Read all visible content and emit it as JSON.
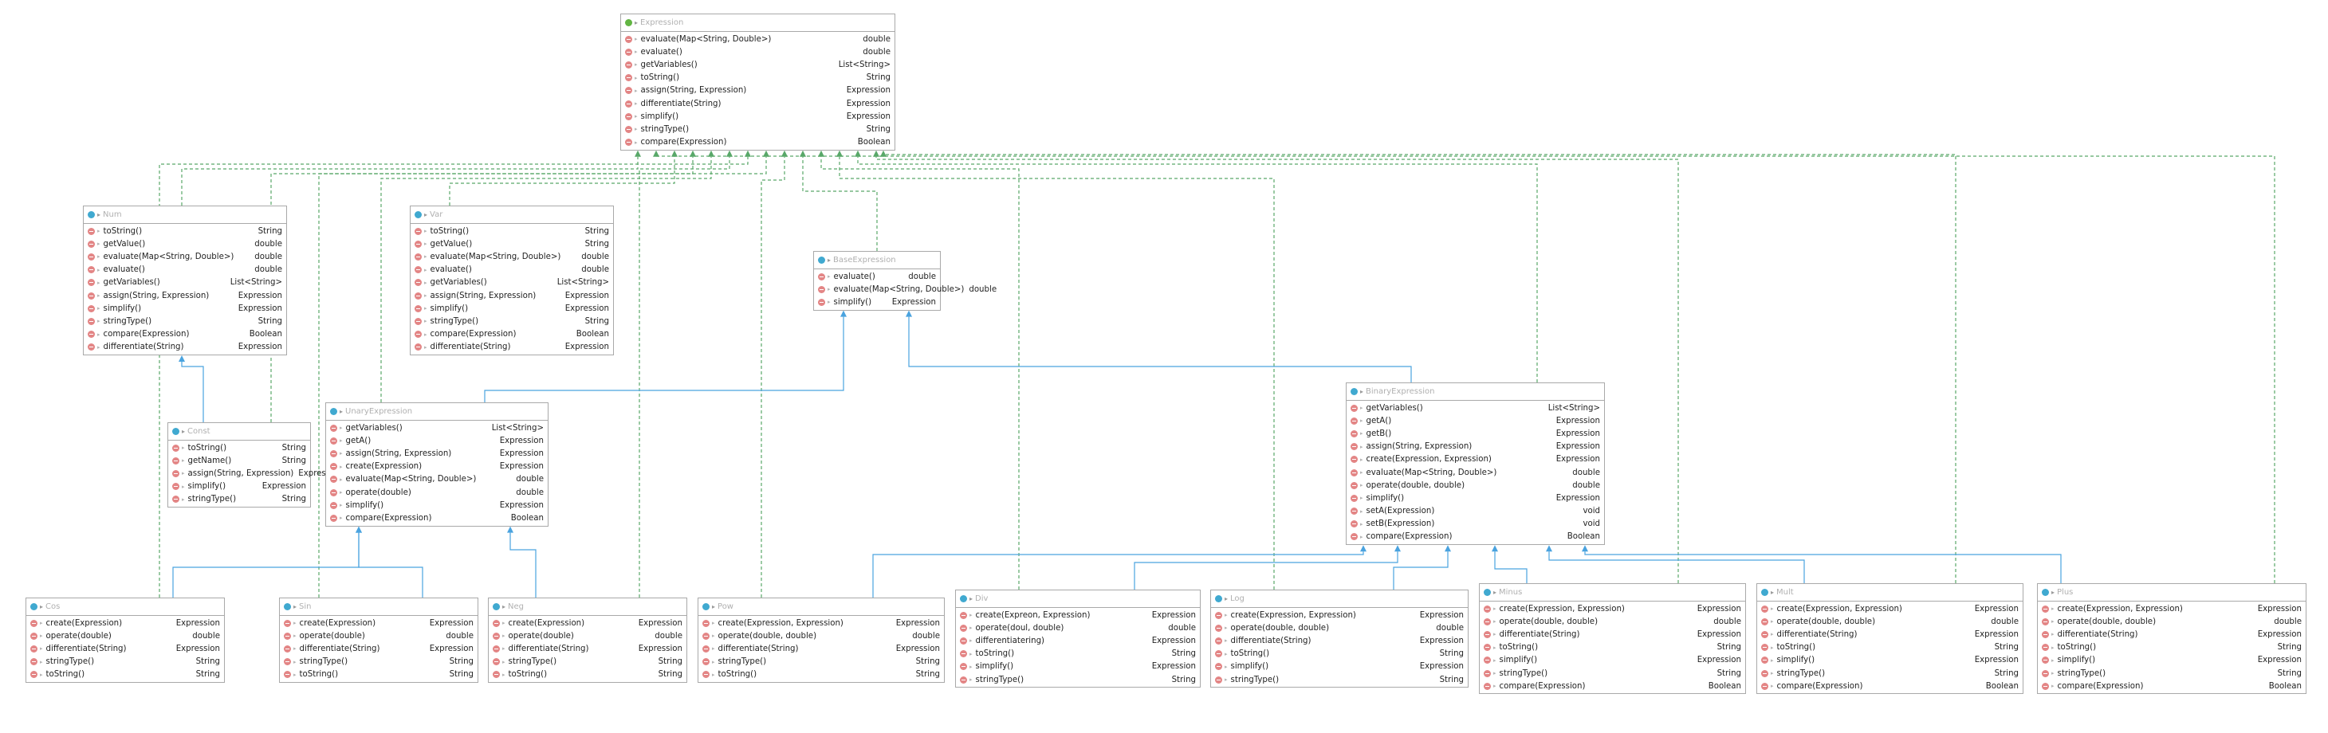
{
  "diagram": {
    "boxes": [
      {
        "id": "expression",
        "name": "Expression",
        "kind": "iface",
        "members": [
          [
            "evaluate(Map<String, Double>)",
            "double"
          ],
          [
            "evaluate()",
            "double"
          ],
          [
            "getVariables()",
            "List<String>"
          ],
          [
            "toString()",
            "String"
          ],
          [
            "assign(String, Expression)",
            "Expression"
          ],
          [
            "differentiate(String)",
            "Expression"
          ],
          [
            "simplify()",
            "Expression"
          ],
          [
            "stringType()",
            "String"
          ],
          [
            "compare(Expression)",
            "Boolean"
          ]
        ]
      },
      {
        "id": "num",
        "name": "Num",
        "kind": "cls",
        "members": [
          [
            "toString()",
            "String"
          ],
          [
            "getValue()",
            "double"
          ],
          [
            "evaluate(Map<String, Double>)",
            "double"
          ],
          [
            "evaluate()",
            "double"
          ],
          [
            "getVariables()",
            "List<String>"
          ],
          [
            "assign(String, Expression)",
            "Expression"
          ],
          [
            "simplify()",
            "Expression"
          ],
          [
            "stringType()",
            "String"
          ],
          [
            "compare(Expression)",
            "Boolean"
          ],
          [
            "differentiate(String)",
            "Expression"
          ]
        ]
      },
      {
        "id": "var",
        "name": "Var",
        "kind": "cls",
        "members": [
          [
            "toString()",
            "String"
          ],
          [
            "getValue()",
            "String"
          ],
          [
            "evaluate(Map<String, Double>)",
            "double"
          ],
          [
            "evaluate()",
            "double"
          ],
          [
            "getVariables()",
            "List<String>"
          ],
          [
            "assign(String, Expression)",
            "Expression"
          ],
          [
            "simplify()",
            "Expression"
          ],
          [
            "stringType()",
            "String"
          ],
          [
            "compare(Expression)",
            "Boolean"
          ],
          [
            "differentiate(String)",
            "Expression"
          ]
        ]
      },
      {
        "id": "baseexpression",
        "name": "BaseExpression",
        "kind": "abs",
        "members": [
          [
            "evaluate()",
            "double"
          ],
          [
            "evaluate(Map<String, Double>)",
            "double"
          ],
          [
            "simplify()",
            "Expression"
          ]
        ]
      },
      {
        "id": "const",
        "name": "Const",
        "kind": "cls",
        "members": [
          [
            "toString()",
            "String"
          ],
          [
            "getName()",
            "String"
          ],
          [
            "assign(String, Expression)",
            "Expression"
          ],
          [
            "simplify()",
            "Expression"
          ],
          [
            "stringType()",
            "String"
          ]
        ]
      },
      {
        "id": "unaryexpression",
        "name": "UnaryExpression",
        "kind": "abs",
        "members": [
          [
            "getVariables()",
            "List<String>"
          ],
          [
            "getA()",
            "Expression"
          ],
          [
            "assign(String, Expression)",
            "Expression"
          ],
          [
            "create(Expression)",
            "Expression"
          ],
          [
            "evaluate(Map<String, Double>)",
            "double"
          ],
          [
            "operate(double)",
            "double"
          ],
          [
            "simplify()",
            "Expression"
          ],
          [
            "compare(Expression)",
            "Boolean"
          ]
        ]
      },
      {
        "id": "binaryexpression",
        "name": "BinaryExpression",
        "kind": "abs",
        "members": [
          [
            "getVariables()",
            "List<String>"
          ],
          [
            "getA()",
            "Expression"
          ],
          [
            "getB()",
            "Expression"
          ],
          [
            "assign(String, Expression)",
            "Expression"
          ],
          [
            "create(Expression, Expression)",
            "Expression"
          ],
          [
            "evaluate(Map<String, Double>)",
            "double"
          ],
          [
            "operate(double, double)",
            "double"
          ],
          [
            "simplify()",
            "Expression"
          ],
          [
            "setA(Expression)",
            "void"
          ],
          [
            "setB(Expression)",
            "void"
          ],
          [
            "compare(Expression)",
            "Boolean"
          ]
        ]
      },
      {
        "id": "cos",
        "name": "Cos",
        "kind": "cls",
        "members": [
          [
            "create(Expression)",
            "Expression"
          ],
          [
            "operate(double)",
            "double"
          ],
          [
            "differentiate(String)",
            "Expression"
          ],
          [
            "stringType()",
            "String"
          ],
          [
            "toString()",
            "String"
          ]
        ]
      },
      {
        "id": "sin",
        "name": "Sin",
        "kind": "cls",
        "members": [
          [
            "create(Expression)",
            "Expression"
          ],
          [
            "operate(double)",
            "double"
          ],
          [
            "differentiate(String)",
            "Expression"
          ],
          [
            "stringType()",
            "String"
          ],
          [
            "toString()",
            "String"
          ]
        ]
      },
      {
        "id": "neg",
        "name": "Neg",
        "kind": "cls",
        "members": [
          [
            "create(Expression)",
            "Expression"
          ],
          [
            "operate(double)",
            "double"
          ],
          [
            "differentiate(String)",
            "Expression"
          ],
          [
            "stringType()",
            "String"
          ],
          [
            "toString()",
            "String"
          ]
        ]
      },
      {
        "id": "pow",
        "name": "Pow",
        "kind": "cls",
        "members": [
          [
            "create(Expression, Expression)",
            "Expression"
          ],
          [
            "operate(double, double)",
            "double"
          ],
          [
            "differentiate(String)",
            "Expression"
          ],
          [
            "stringType()",
            "String"
          ],
          [
            "toString()",
            "String"
          ]
        ]
      },
      {
        "id": "div",
        "name": "Div",
        "kind": "cls",
        "members": [
          [
            "create(Expreon, Expression)",
            "Expression"
          ],
          [
            "operate(doul, double)",
            "double"
          ],
          [
            "differentiatering)",
            "Expression"
          ],
          [
            "toString()",
            "String"
          ],
          [
            "simplify()",
            "Expression"
          ],
          [
            "stringType()",
            "String"
          ]
        ]
      },
      {
        "id": "log",
        "name": "Log",
        "kind": "cls",
        "members": [
          [
            "create(Expression, Expression)",
            "Expression"
          ],
          [
            "operate(double, double)",
            "double"
          ],
          [
            "differentiate(String)",
            "Expression"
          ],
          [
            "toString()",
            "String"
          ],
          [
            "simplify()",
            "Expression"
          ],
          [
            "stringType()",
            "String"
          ]
        ]
      },
      {
        "id": "minus",
        "name": "Minus",
        "kind": "cls",
        "members": [
          [
            "create(Expression, Expression)",
            "Expression"
          ],
          [
            "operate(double, double)",
            "double"
          ],
          [
            "differentiate(String)",
            "Expression"
          ],
          [
            "toString()",
            "String"
          ],
          [
            "simplify()",
            "Expression"
          ],
          [
            "stringType()",
            "String"
          ],
          [
            "compare(Expression)",
            "Boolean"
          ]
        ]
      },
      {
        "id": "mult",
        "name": "Mult",
        "kind": "cls",
        "members": [
          [
            "create(Expression, Expression)",
            "Expression"
          ],
          [
            "operate(double, double)",
            "double"
          ],
          [
            "differentiate(String)",
            "Expression"
          ],
          [
            "toString()",
            "String"
          ],
          [
            "simplify()",
            "Expression"
          ],
          [
            "stringType()",
            "String"
          ],
          [
            "compare(Expression)",
            "Boolean"
          ]
        ]
      },
      {
        "id": "plus",
        "name": "Plus",
        "kind": "cls",
        "members": [
          [
            "create(Expression, Expression)",
            "Expression"
          ],
          [
            "operate(double, double)",
            "double"
          ],
          [
            "differentiate(String)",
            "Expression"
          ],
          [
            "toString()",
            "String"
          ],
          [
            "simplify()",
            "Expression"
          ],
          [
            "stringType()",
            "String"
          ],
          [
            "compare(Expression)",
            "Boolean"
          ]
        ]
      }
    ],
    "relations": [
      {
        "from": "num",
        "to": "expression",
        "type": "implements"
      },
      {
        "from": "var",
        "to": "expression",
        "type": "implements"
      },
      {
        "from": "baseexpression",
        "to": "expression",
        "type": "implements"
      },
      {
        "from": "const",
        "to": "expression",
        "type": "implements"
      },
      {
        "from": "unaryexpression",
        "to": "expression",
        "type": "implements"
      },
      {
        "from": "binaryexpression",
        "to": "expression",
        "type": "implements"
      },
      {
        "from": "cos",
        "to": "expression",
        "type": "implements"
      },
      {
        "from": "sin",
        "to": "expression",
        "type": "implements"
      },
      {
        "from": "neg",
        "to": "expression",
        "type": "implements"
      },
      {
        "from": "pow",
        "to": "expression",
        "type": "implements"
      },
      {
        "from": "div",
        "to": "expression",
        "type": "implements"
      },
      {
        "from": "log",
        "to": "expression",
        "type": "implements"
      },
      {
        "from": "minus",
        "to": "expression",
        "type": "implements"
      },
      {
        "from": "mult",
        "to": "expression",
        "type": "implements"
      },
      {
        "from": "plus",
        "to": "expression",
        "type": "implements"
      },
      {
        "from": "const",
        "to": "num",
        "type": "extends"
      },
      {
        "from": "unaryexpression",
        "to": "baseexpression",
        "type": "extends"
      },
      {
        "from": "binaryexpression",
        "to": "baseexpression",
        "type": "extends"
      },
      {
        "from": "cos",
        "to": "unaryexpression",
        "type": "extends"
      },
      {
        "from": "sin",
        "to": "unaryexpression",
        "type": "extends"
      },
      {
        "from": "neg",
        "to": "unaryexpression",
        "type": "extends"
      },
      {
        "from": "pow",
        "to": "binaryexpression",
        "type": "extends"
      },
      {
        "from": "div",
        "to": "binaryexpression",
        "type": "extends"
      },
      {
        "from": "log",
        "to": "binaryexpression",
        "type": "extends"
      },
      {
        "from": "minus",
        "to": "binaryexpression",
        "type": "extends"
      },
      {
        "from": "mult",
        "to": "binaryexpression",
        "type": "extends"
      },
      {
        "from": "plus",
        "to": "binaryexpression",
        "type": "extends"
      }
    ]
  },
  "colors": {
    "implements": "#59a869",
    "extends": "#4aa3df",
    "interface_icon": "#62b543",
    "class_icon": "#40a9d0",
    "method_icon": "#e38585"
  }
}
